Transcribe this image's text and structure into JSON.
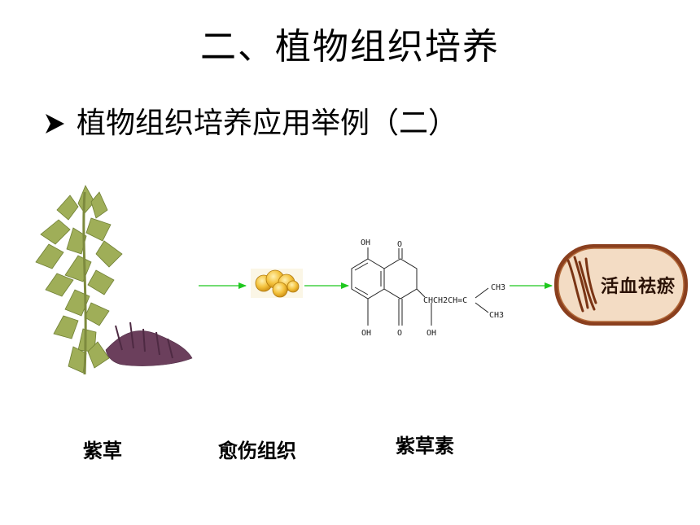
{
  "title": "二、植物组织培养",
  "bullet": "植物组织培养应用举例（二）",
  "captions": {
    "plant": "紫草",
    "callus": "愈伤组织",
    "compound": "紫草素"
  },
  "molecule_labels": {
    "oh_top_left": "OH",
    "o_top": "O",
    "oh_bottom_left": "OH",
    "o_bottom": "O",
    "chain": "CHCH2CH=C",
    "ch3_top": "CH3",
    "ch3_bottom": "CH3",
    "oh_side": "OH"
  },
  "product_stamp": "活血祛瘀",
  "colors": {
    "arrow": "#1ec81e",
    "stamp_fill": "#f3dcc4",
    "stamp_border": "#8a3f1e",
    "leaf": "#9aaa55",
    "root": "#6b3f5c",
    "callus": "#f0b830"
  }
}
